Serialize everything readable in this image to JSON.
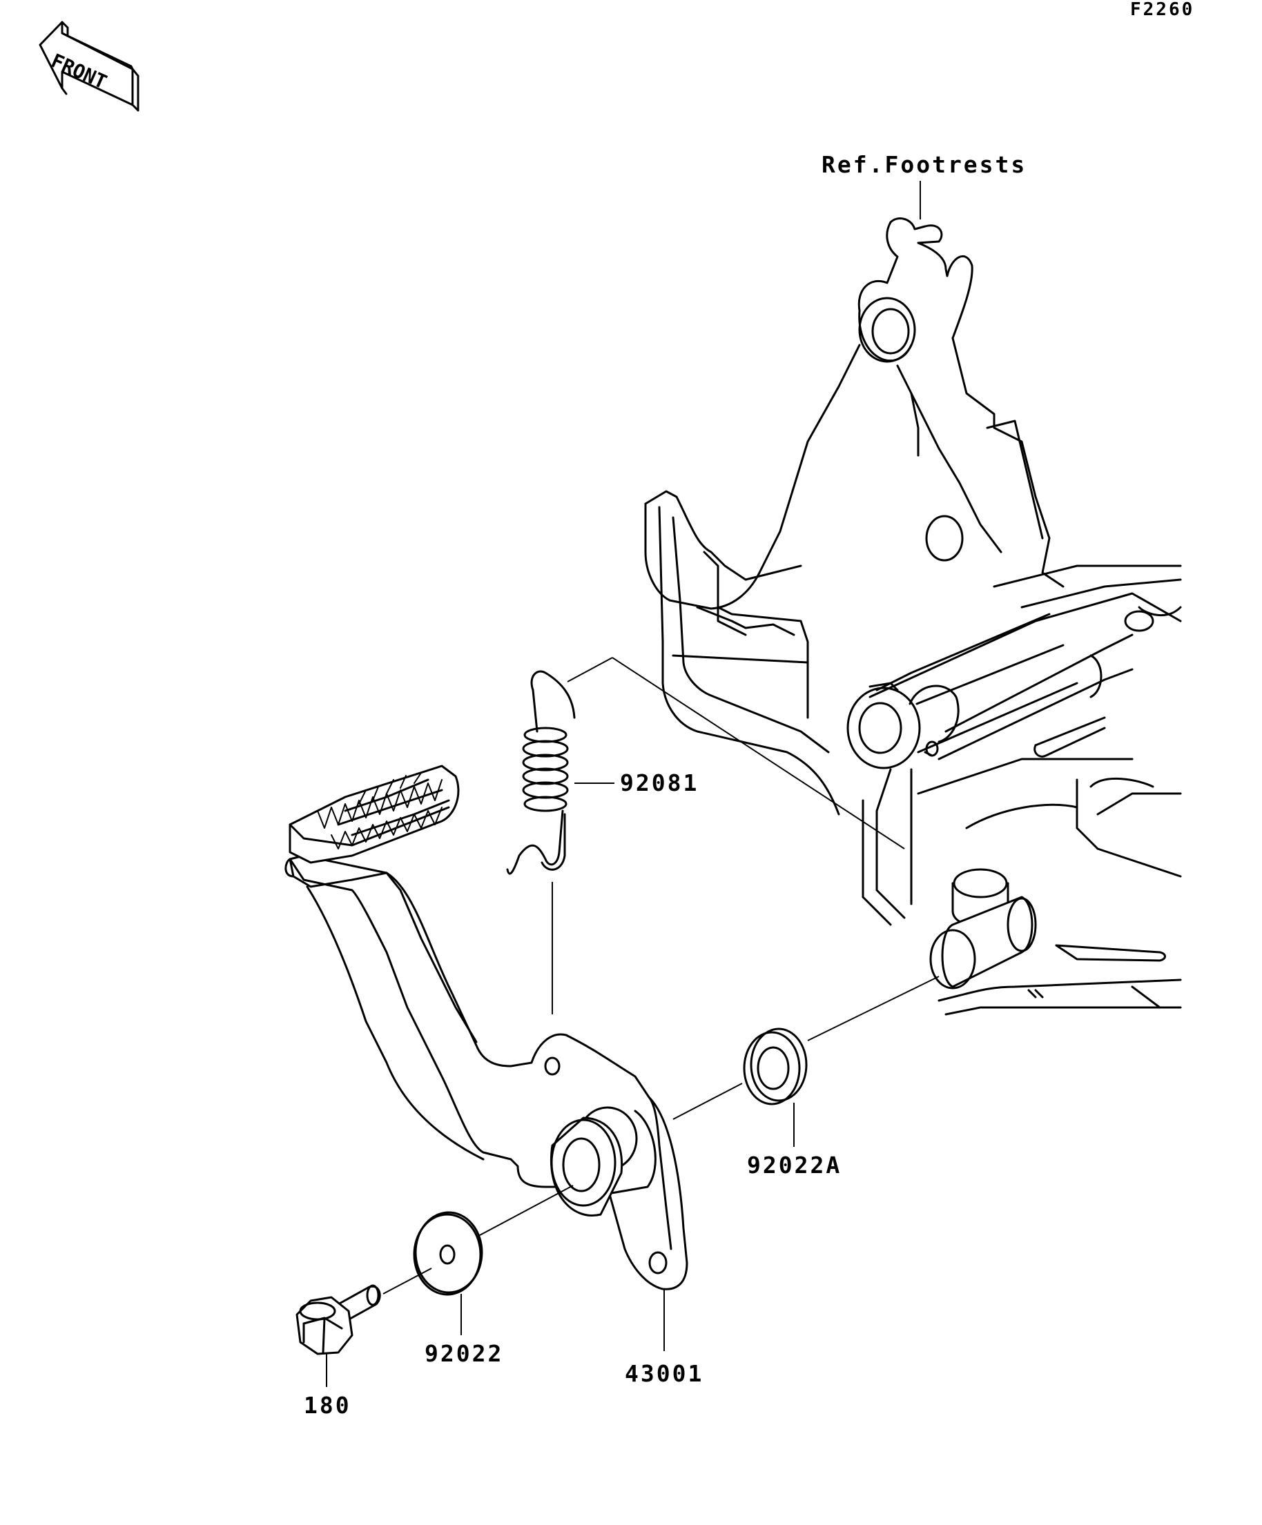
{
  "diagram": {
    "figure_code": "F2260",
    "orientation_label": "FRONT",
    "reference_label": "Ref.Footrests",
    "parts": [
      {
        "number": "92081",
        "name": "spring"
      },
      {
        "number": "92022A",
        "name": "washer"
      },
      {
        "number": "92022",
        "name": "washer"
      },
      {
        "number": "43001",
        "name": "brake-pedal"
      },
      {
        "number": "180",
        "name": "bolt"
      }
    ]
  }
}
